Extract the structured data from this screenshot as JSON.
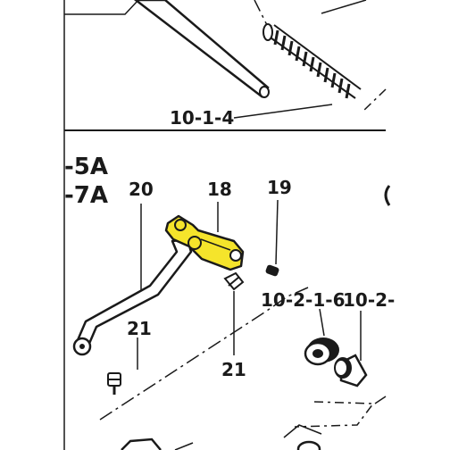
{
  "left_labels": {
    "upper": "-5A",
    "lower": "-7A"
  },
  "parts": {
    "p10_1_4": "10-1-4",
    "p20": "20",
    "p18": "18",
    "p19": "19",
    "p10_2_1_6": "10-2-1-6",
    "p10_2_cut": "10-2-",
    "p21_left": "21",
    "p21_center": "21"
  },
  "highlight": {
    "part": "18",
    "color": "#f5e42b"
  },
  "colors": {
    "ink": "#1a1a1a",
    "paper": "#ffffff"
  }
}
